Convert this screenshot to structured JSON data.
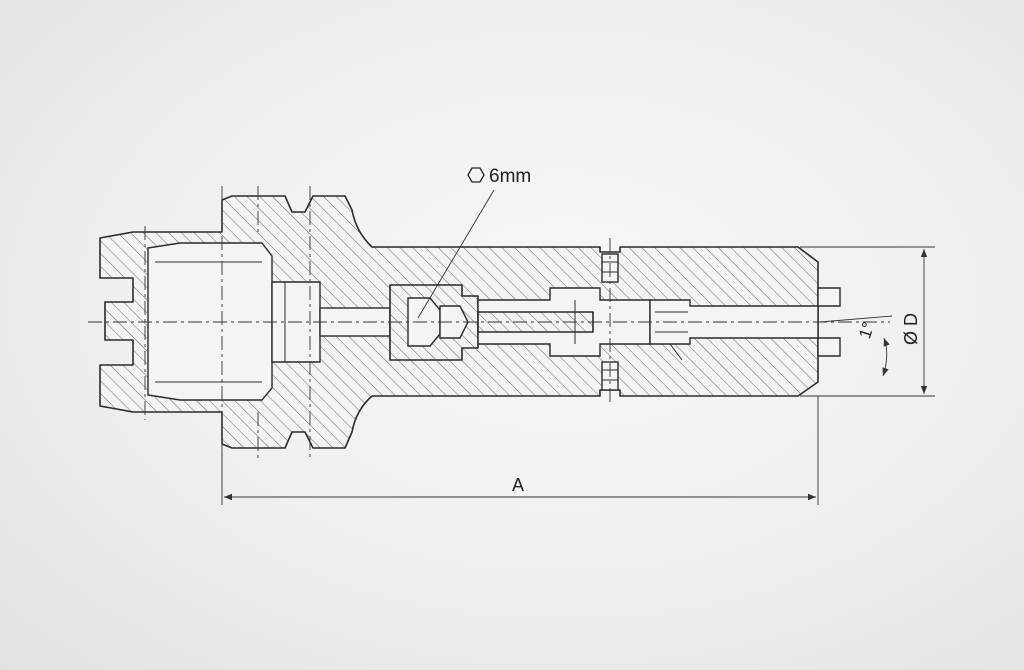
{
  "labels": {
    "hex_size": "6mm",
    "length": "A",
    "diameter": "Ø D",
    "angle": "1°"
  },
  "icons": {
    "hex": "hexagon-socket-icon"
  },
  "colors": {
    "line": "#2b2b2b",
    "background": "#efefef"
  }
}
